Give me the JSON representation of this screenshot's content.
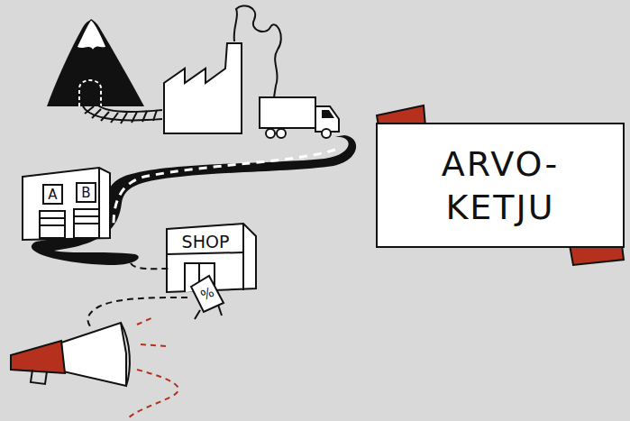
{
  "diagram": {
    "nodes": [
      {
        "text": [
          "ARVO- KETJU"
        ]
      }
    ],
    "labels": [
      "A",
      "B",
      "SHOP",
      "%"
    ]
  }
}
